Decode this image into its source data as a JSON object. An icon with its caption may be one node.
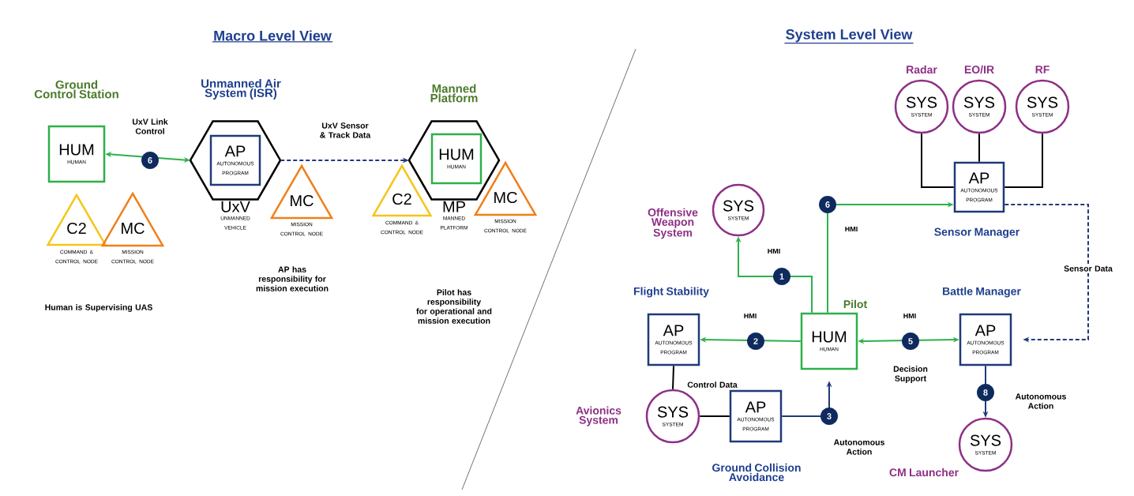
{
  "diagram": {
    "nodes": [
      {
        "text": [
          "HUM",
          "HUMAN"
        ],
        "beside": [
          "Ground Control Station"
        ]
      },
      {
        "text": [
          "C2",
          "COMMAND & CONTROL NODE"
        ]
      },
      {
        "text": [
          "MC",
          "MISSION CONTROL NODE"
        ]
      },
      {
        "text": [
          "UxV",
          "UNMANNED VEHICLE"
        ],
        "beside": [
          "Unmanned Air System (ISR)"
        ]
      },
      {
        "text": [
          "AP",
          "AUTONOMOUS PROGRAM"
        ],
        "in": 3
      },
      {
        "text": [
          "MC",
          "MISSION CONTROL NODE"
        ]
      },
      {
        "text": [
          "MP",
          "MANNED PLATFORM"
        ],
        "beside": [
          "Manned Platform"
        ]
      },
      {
        "text": [
          "HUM",
          "HUMAN"
        ],
        "in": 6
      },
      {
        "text": [
          "C2",
          "COMMAND & CONTROL NODE"
        ]
      },
      {
        "text": [
          "MC",
          "MISSION CONTROL NODE"
        ]
      },
      {
        "text": [
          "SYS",
          "SYSTEM"
        ],
        "beside": [
          "Radar"
        ]
      },
      {
        "text": [
          "SYS",
          "SYSTEM"
        ],
        "beside": [
          "EO/IR"
        ]
      },
      {
        "text": [
          "SYS",
          "SYSTEM"
        ],
        "beside": [
          "RF"
        ]
      },
      {
        "text": [
          "AP",
          "AUTONOMOUS PROGRAM"
        ],
        "beside": [
          "Sensor Manager"
        ]
      },
      {
        "text": [
          "SYS",
          "SYSTEM"
        ],
        "beside": [
          "Offensive Weapon System"
        ]
      },
      {
        "text": [
          "AP",
          "AUTONOMOUS PROGRAM"
        ],
        "beside": [
          "Flight Stability"
        ]
      },
      {
        "text": [
          "HUM",
          "HUMAN"
        ],
        "beside": [
          "Pilot"
        ]
      },
      {
        "text": [
          "AP",
          "AUTONOMOUS PROGRAM"
        ],
        "beside": [
          "Battle Manager"
        ]
      },
      {
        "text": [
          "SYS",
          "SYSTEM"
        ],
        "beside": [
          "Avionics System"
        ]
      },
      {
        "text": [
          "AP",
          "AUTONOMOUS PROGRAM"
        ],
        "beside": [
          "Ground Collision Avoidance"
        ]
      },
      {
        "text": [
          "SYS",
          "SYSTEM"
        ],
        "beside": [
          "CM Launcher"
        ]
      }
    ],
    "edges": [
      {
        "from": 0,
        "to": 3,
        "arrow": "both",
        "label": "6",
        "color": "#2db04a"
      },
      {
        "from": 3,
        "to": 6,
        "arrow": "to",
        "label": "UxV Sensor & Track Data",
        "style": "dashed",
        "color": "#1f3a7a"
      },
      {
        "from": 10,
        "to": 13,
        "arrow": "none",
        "color": "#000000"
      },
      {
        "from": 11,
        "to": 13,
        "arrow": "none",
        "color": "#000000"
      },
      {
        "from": 12,
        "to": 13,
        "arrow": "none",
        "color": "#000000"
      },
      {
        "from": 16,
        "to": 13,
        "arrow": "to",
        "label": "6",
        "color": "#2db04a"
      },
      {
        "from": 16,
        "to": 14,
        "arrow": "to",
        "label": "1",
        "color": "#2db04a"
      },
      {
        "from": 16,
        "to": 15,
        "arrow": "to",
        "label": "2",
        "color": "#2db04a"
      },
      {
        "from": 16,
        "to": 17,
        "arrow": "both",
        "label": "5",
        "color": "#2db04a"
      },
      {
        "from": 13,
        "to": 17,
        "arrow": "to",
        "label": "Sensor Data",
        "style": "dashed",
        "color": "#1f3a7a"
      },
      {
        "from": 15,
        "to": 18,
        "arrow": "none",
        "color": "#000000"
      },
      {
        "from": 18,
        "to": 19,
        "arrow": "none",
        "label": "Control Data",
        "color": "#000000"
      },
      {
        "from": 19,
        "to": 16,
        "arrow": "to",
        "label": "3",
        "color": "#1f3a7a"
      },
      {
        "from": 17,
        "to": 20,
        "arrow": "to",
        "label": "8",
        "color": "#1f3a7a"
      }
    ],
    "labels": [
      "Macro Level View",
      "System Level View",
      "UxV Link Control",
      "Human is Supervising UAS",
      "AP has responsibility for mission execution",
      "Pilot has responsibility for operational and mission execution",
      "HMI",
      "HMI",
      "HMI",
      "Decision Support",
      "HMI",
      "Autonomous Action",
      "Autonomous Action"
    ]
  }
}
